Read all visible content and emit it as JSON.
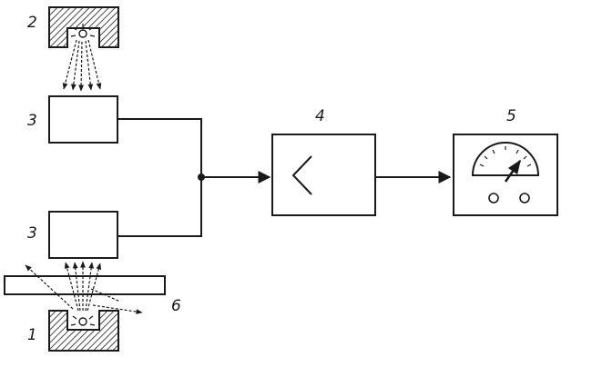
{
  "labels": {
    "source_top": "2",
    "detector_top": "3",
    "detector_bottom": "3",
    "amplifier": "4",
    "meter": "5",
    "sample": "6",
    "source_bottom": "1"
  }
}
